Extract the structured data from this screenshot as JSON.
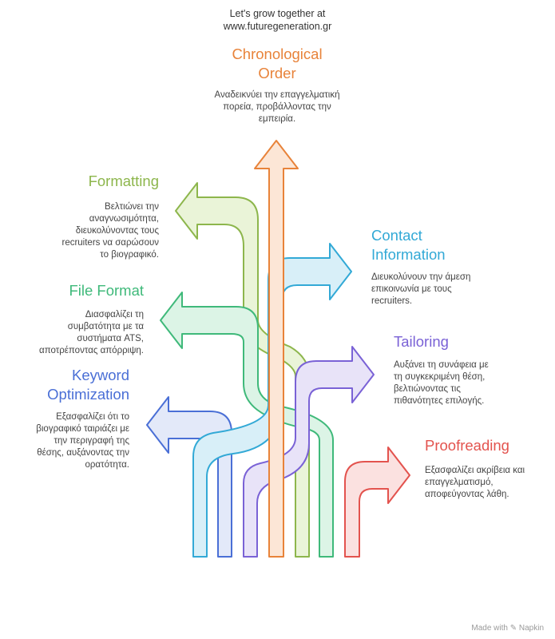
{
  "header": {
    "line1": "Let's grow together at",
    "line2": "www.futuregeneration.gr"
  },
  "items": {
    "chronological": {
      "title_line1": "Chronological",
      "title_line2": "Order",
      "desc_line1": "Αναδεικνύει την επαγγελματική",
      "desc_line2": "πορεία, προβάλλοντας την",
      "desc_line3": "εμπειρία.",
      "color": "#E8833A",
      "fill": "#FCE6D6"
    },
    "formatting": {
      "title_line1": "Formatting",
      "desc_line1": "Βελτιώνει την",
      "desc_line2": "αναγνωσιμότητα,",
      "desc_line3": "διευκολύνοντας τους",
      "desc_line4": "recruiters να σαρώσουν",
      "desc_line5": "το βιογραφικό.",
      "color": "#8DB64C",
      "fill": "#EAF4D8"
    },
    "contact": {
      "title_line1": "Contact",
      "title_line2": "Information",
      "desc_line1": "Διευκολύνουν την άμεση",
      "desc_line2": "επικοινωνία με τους",
      "desc_line3": "recruiters.",
      "color": "#32A9D6",
      "fill": "#D8EFF8"
    },
    "fileformat": {
      "title_line1": "File Format",
      "desc_line1": "Διασφαλίζει τη",
      "desc_line2": "συμβατότητα με τα",
      "desc_line3": "συστήματα ATS,",
      "desc_line4": "αποτρέποντας απόρριψη.",
      "color": "#3FB97A",
      "fill": "#DCF4E6"
    },
    "tailoring": {
      "title_line1": "Tailoring",
      "desc_line1": "Αυξάνει τη συνάφεια με",
      "desc_line2": "τη συγκεκριμένη θέση,",
      "desc_line3": "βελτιώνοντας τις",
      "desc_line4": "πιθανότητες επιλογής.",
      "color": "#7A62D6",
      "fill": "#E8E3F8"
    },
    "keyword": {
      "title_line1": "Keyword",
      "title_line2": "Optimization",
      "desc_line1": "Εξασφαλίζει ότι το",
      "desc_line2": "βιογραφικό ταιριάζει με",
      "desc_line3": "την περιγραφή της",
      "desc_line4": "θέσης, αυξάνοντας την",
      "desc_line5": "ορατότητα.",
      "color": "#4A6FD6",
      "fill": "#E3E9F9"
    },
    "proofreading": {
      "title_line1": "Proofreading",
      "desc_line1": "Εξασφαλίζει ακρίβεια και",
      "desc_line2": "επαγγελματισμό,",
      "desc_line3": "αποφεύγοντας λάθη.",
      "color": "#E3534E",
      "fill": "#FBE1E0"
    }
  },
  "footer": {
    "text": "Made with ✎ Napkin"
  }
}
